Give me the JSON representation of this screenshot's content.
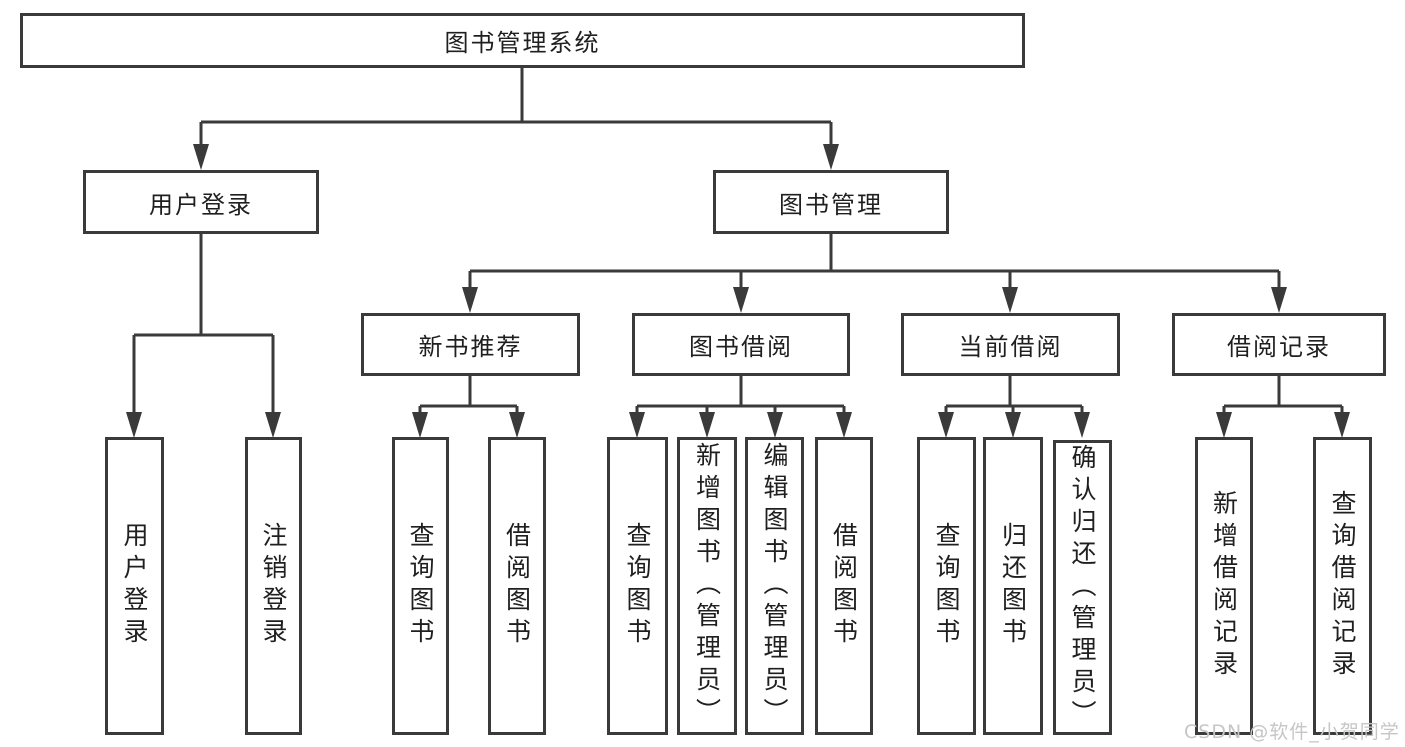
{
  "colors": {
    "line": "#3a3a3a",
    "box_border": "#3a3a3a",
    "box_background": "#ffffff",
    "text": "#1f1f1f",
    "watermark": "#c6c6c6",
    "page_background": "#ffffff"
  },
  "watermark": {
    "text": "CSDN @软件_小贺同学"
  },
  "tree": {
    "root": {
      "label": "图书管理系统"
    },
    "level2": [
      {
        "label": "用户登录"
      },
      {
        "label": "图书管理"
      }
    ],
    "level3": [
      {
        "label": "新书推荐"
      },
      {
        "label": "图书借阅"
      },
      {
        "label": "当前借阅"
      },
      {
        "label": "借阅记录"
      }
    ],
    "leaves": {
      "user_login": [
        "用户登录",
        "注销登录"
      ],
      "new_books": [
        "查询图书",
        "借阅图书"
      ],
      "book_borrowing": [
        "查询图书",
        "新增图书（管理员）",
        "编辑图书（管理员）",
        "借阅图书"
      ],
      "current_borrowing": [
        "查询图书",
        "归还图书",
        "确认归还（管理员）"
      ],
      "borrowing_records": [
        "新增借阅记录",
        "查询借阅记录"
      ]
    }
  }
}
